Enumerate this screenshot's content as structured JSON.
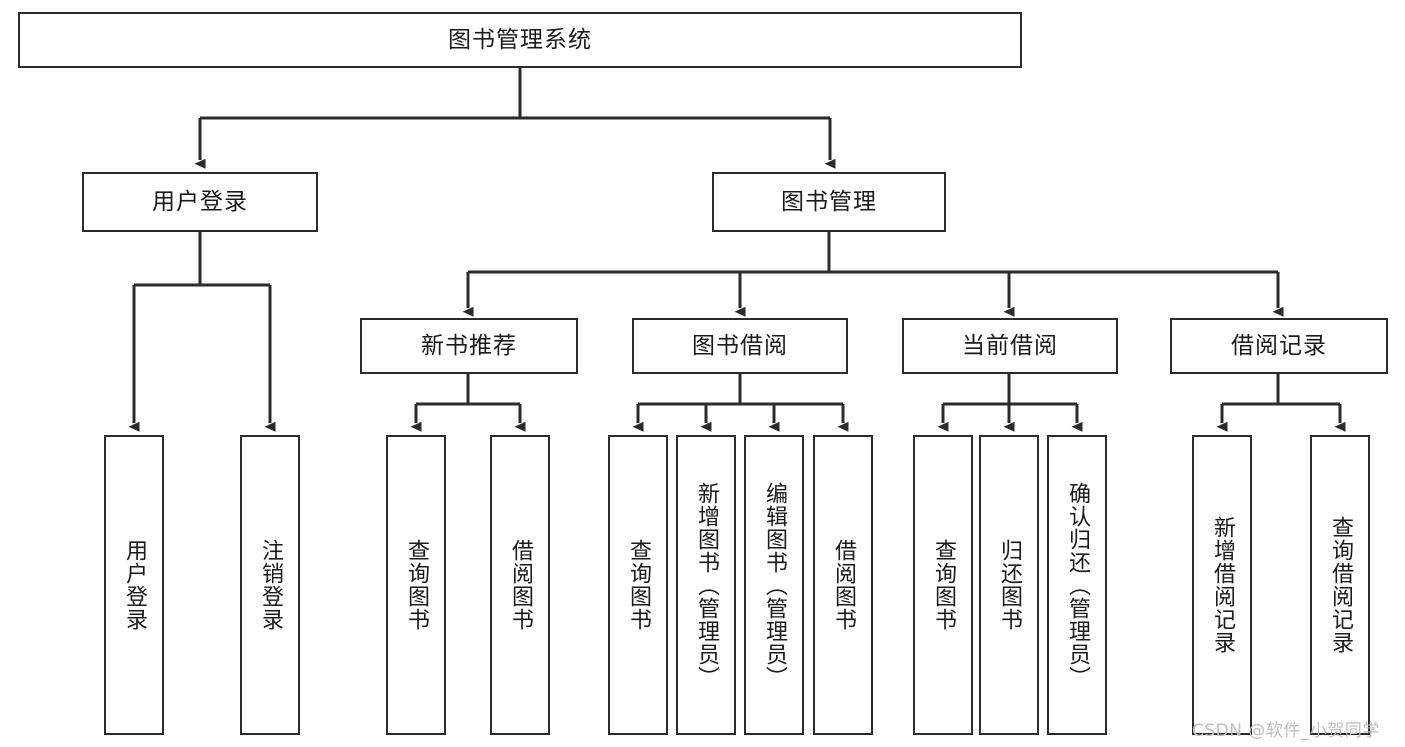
{
  "diagram": {
    "title": "图书管理系统",
    "type": "functional-structure-tree",
    "background": "#ffffff",
    "line_color": "#2b2b2b",
    "text_color": "#1a1a1a",
    "nodes": {
      "root": {
        "label": "图书管理系统"
      },
      "level2": [
        {
          "id": "user-login",
          "label": "用户登录"
        },
        {
          "id": "book-management",
          "label": "图书管理"
        }
      ],
      "level3": [
        {
          "id": "new-book-recommend",
          "label": "新书推荐"
        },
        {
          "id": "book-borrow",
          "label": "图书借阅"
        },
        {
          "id": "current-borrow",
          "label": "当前借阅"
        },
        {
          "id": "borrow-record",
          "label": "借阅记录"
        }
      ],
      "leaves": {
        "user-login": [
          {
            "id": "leaf-user-login",
            "label": "用户登录"
          },
          {
            "id": "leaf-logout-login",
            "label": "注销登录"
          }
        ],
        "new-book-recommend": [
          {
            "id": "leaf-query-book-1",
            "label": "查询图书"
          },
          {
            "id": "leaf-borrow-book-1",
            "label": "借阅图书"
          }
        ],
        "book-borrow": [
          {
            "id": "leaf-query-book-2",
            "label": "查询图书"
          },
          {
            "id": "leaf-add-book",
            "label": "新增图书（管理员）"
          },
          {
            "id": "leaf-edit-book",
            "label": "编辑图书（管理员）"
          },
          {
            "id": "leaf-borrow-book-2",
            "label": "借阅图书"
          }
        ],
        "current-borrow": [
          {
            "id": "leaf-query-book-3",
            "label": "查询图书"
          },
          {
            "id": "leaf-return-book",
            "label": "归还图书"
          },
          {
            "id": "leaf-confirm-return",
            "label": "确认归还（管理员）"
          }
        ],
        "borrow-record": [
          {
            "id": "leaf-add-record",
            "label": "新增借阅记录"
          },
          {
            "id": "leaf-query-record",
            "label": "查询借阅记录"
          }
        ]
      }
    },
    "watermark": "CSDN @软件_小贺同学"
  }
}
